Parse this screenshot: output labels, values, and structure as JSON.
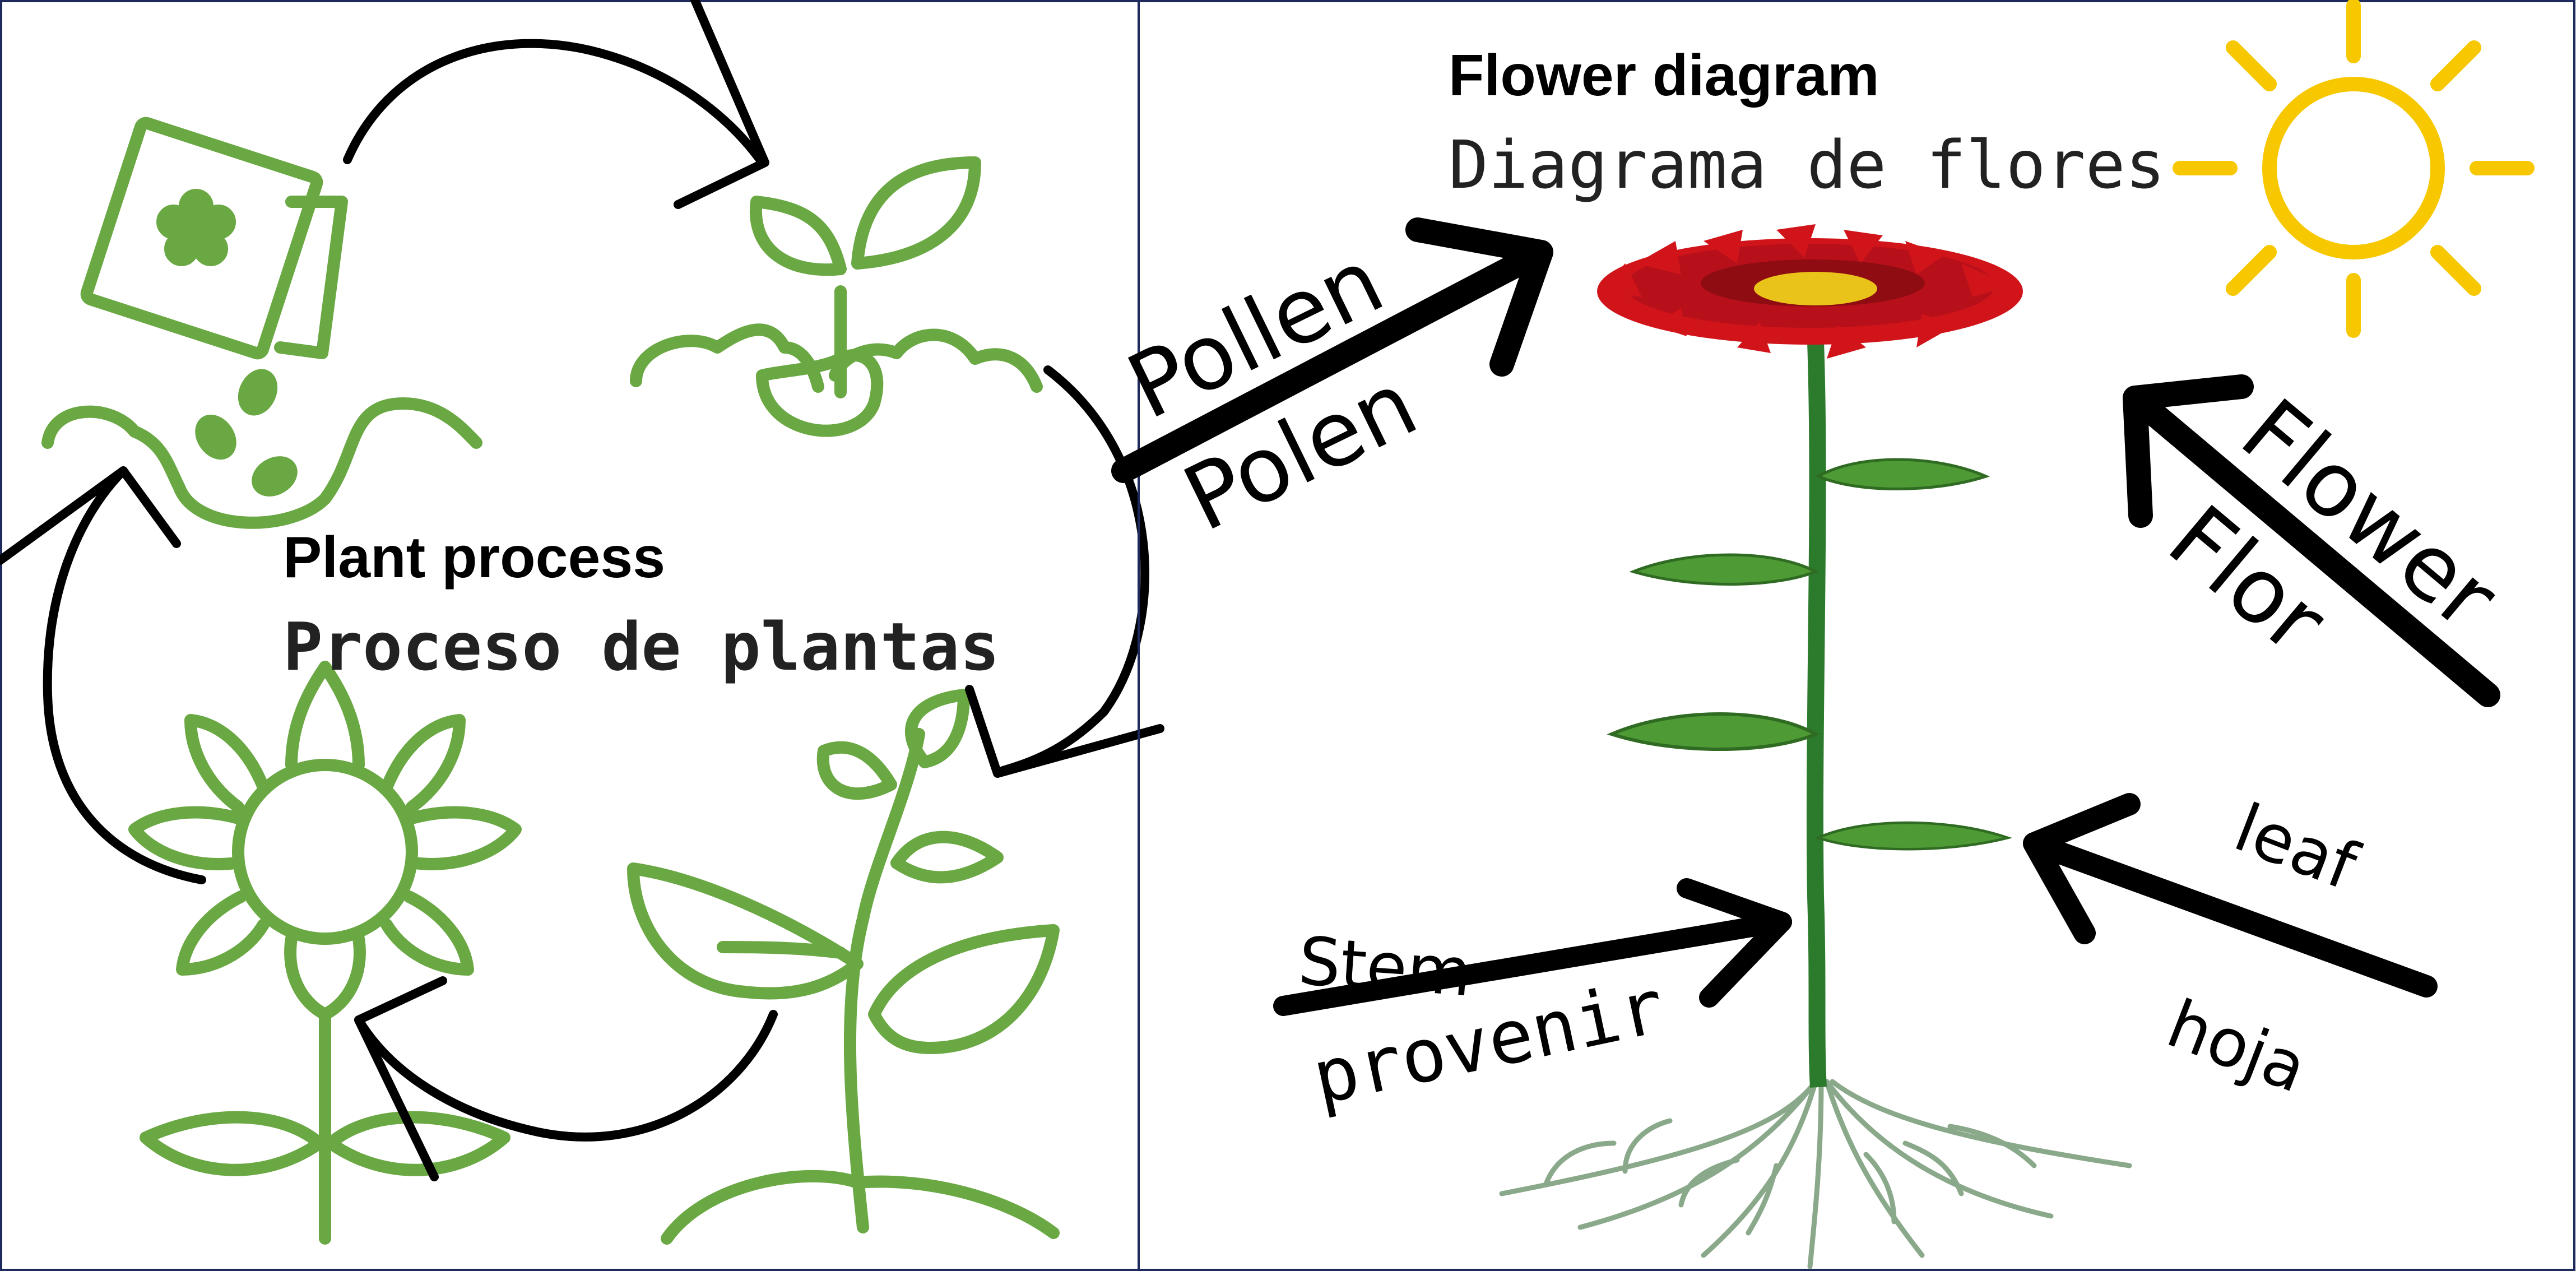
{
  "colors": {
    "icon_green": "#6aa843",
    "icon_green_dark": "#5a9436",
    "arrow": "#000000",
    "sun": "#f7c800",
    "petal_red": "#d0141a",
    "petal_dark": "#8e0c12",
    "flower_center": "#e9c21a",
    "stem_green": "#2c7a2c",
    "leaf_green": "#4e9a34",
    "root": "#8aa88a",
    "panel_border": "#1f2a5c"
  },
  "left_panel": {
    "title_en": "Plant process",
    "title_es": "Proceso de plantas",
    "icons": [
      "seed-packet-icon",
      "sprout-icon",
      "growing-plant-icon",
      "flower-icon"
    ]
  },
  "right_panel": {
    "title_en": "Flower diagram",
    "title_es": "Diagrama de flores",
    "labels": {
      "pollen_en": "Pollen",
      "pollen_es": "Polen",
      "flower_en": "Flower",
      "flower_es": "Flor",
      "leaf_en": "leaf",
      "leaf_es": "hoja",
      "stem_en": "Stem",
      "stem_es": "provenir"
    },
    "icons": [
      "sun-icon",
      "flower-plant-icon"
    ]
  }
}
